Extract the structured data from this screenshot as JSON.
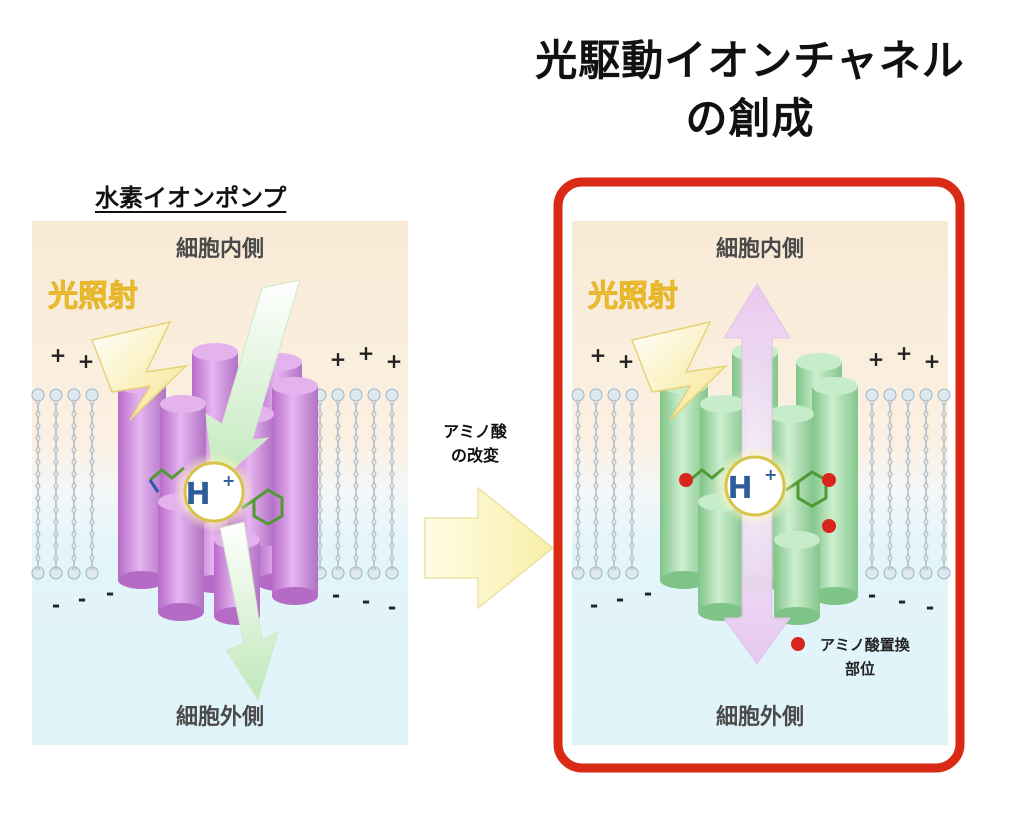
{
  "title_line1": "光駆動イオンチャネル",
  "title_line2": "の創成",
  "left_panel": {
    "heading": "水素イオンポンプ",
    "inside_label": "細胞内側",
    "outside_label": "細胞外側",
    "light_label": "光照射",
    "ion_label": "H",
    "ion_charge": "+"
  },
  "right_panel": {
    "inside_label": "細胞内側",
    "outside_label": "細胞外側",
    "light_label": "光照射",
    "ion_label": "H",
    "ion_charge": "+",
    "legend_line1": "アミノ酸置換",
    "legend_line2": "部位"
  },
  "transition": {
    "line1": "アミノ",
    "line2": "酸",
    "line3": "の改変"
  },
  "membrane": {
    "plus_sign": "+",
    "minus_sign": "-"
  },
  "colors": {
    "frame": "#d92a16",
    "pump_protein": "#d79be6",
    "channel_protein": "#a9dfae",
    "light_text": "#f3cf3a",
    "substitution_dot": "#d9261c"
  }
}
